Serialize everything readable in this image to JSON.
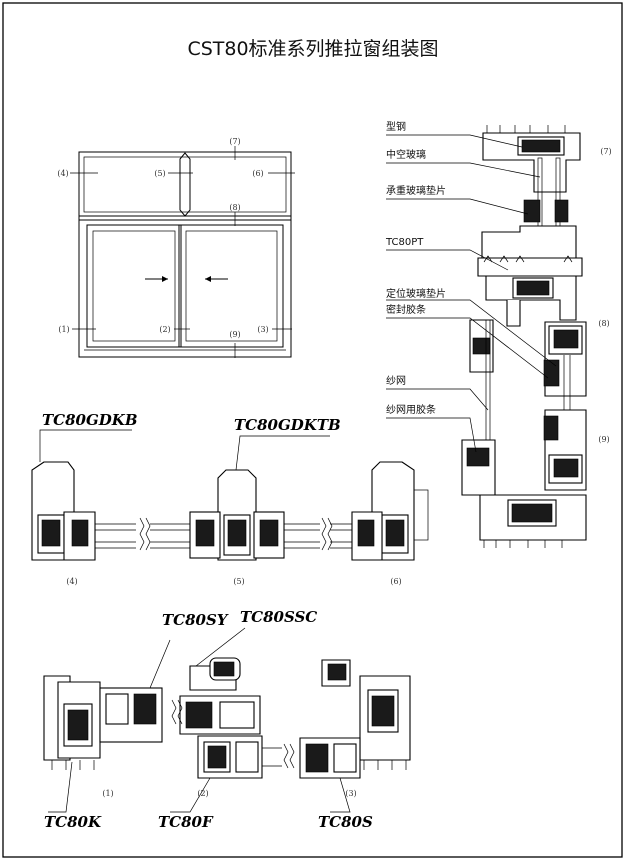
{
  "title": "CST80标准系列推拉窗组装图",
  "elevation_refs": {
    "r1": "(1)",
    "r2": "(2)",
    "r3": "(3)",
    "r4": "(4)",
    "r5": "(5)",
    "r6": "(6)",
    "r7": "(7)",
    "r8": "(8)",
    "r9": "(9)"
  },
  "section_labels": {
    "steel": "型钢",
    "hollow_glass": "中空玻璃",
    "bearing_pad": "承重玻璃垫片",
    "tc80pt": "TC80PT",
    "positioning_pad": "定位玻璃垫片",
    "seal_strip": "密封胶条",
    "screen": "纱网",
    "screen_strip": "纱网用胶条"
  },
  "models": {
    "gdkb": "TC80GDKB",
    "gdktb": "TC80GDKTB",
    "sy": "TC80SY",
    "ssc": "TC80SSC",
    "k": "TC80K",
    "f": "TC80F",
    "s": "TC80S"
  }
}
